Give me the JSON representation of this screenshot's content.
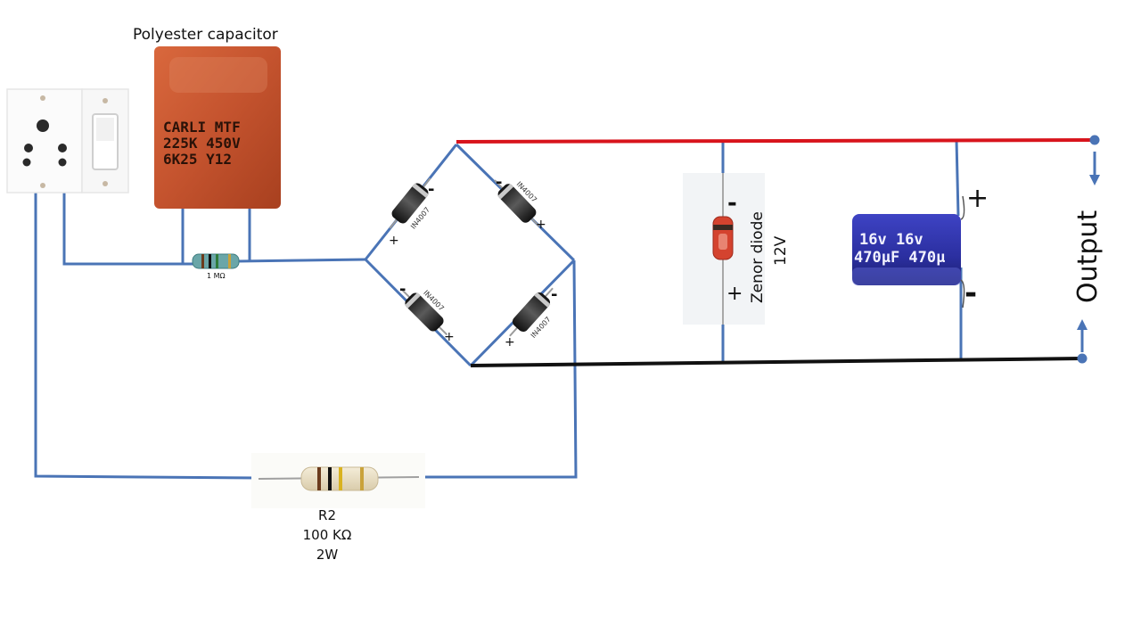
{
  "labels": {
    "polyester_capacitor": "Polyester capacitor",
    "cap_line1": "CARLI  MTF",
    "cap_line2": "225K  450V",
    "cap_line3": "6K25   Y12",
    "resistor1": "1 MΩ",
    "r2_line1": "R2",
    "r2_line2": "100 KΩ",
    "r2_line3": "2W",
    "diode_marking": "IN4007",
    "zener_line1": "Zenor diode",
    "zener_line2": "12V",
    "elec_cap_line1": "16v   16v",
    "elec_cap_line2": "470µF  470µ",
    "output": "Output",
    "plus": "+",
    "minus": "-"
  },
  "colors": {
    "wire": "#4a74b6",
    "positive_rail": "#d8141c",
    "negative_rail": "#111111",
    "polyester_body": "#c4532e",
    "electrolytic_body": "#2b2fa0",
    "zener_body": "#d4432f",
    "diode_body": "#222222"
  }
}
